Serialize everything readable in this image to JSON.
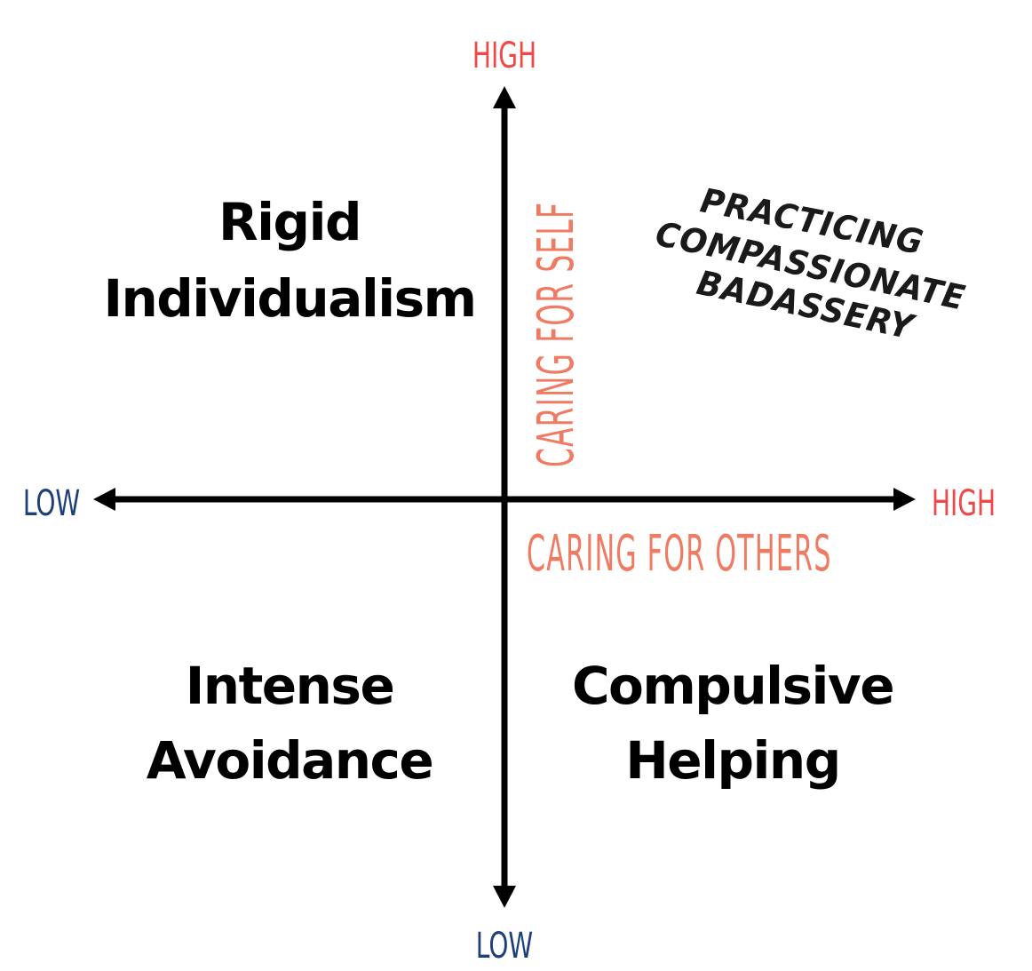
{
  "axes": {
    "y": {
      "title": "CARING FOR SELF",
      "high_label": "HIGH",
      "low_label": "LOW"
    },
    "x": {
      "title": "CARING FOR OTHERS",
      "high_label": "HIGH",
      "low_label": "LOW"
    }
  },
  "quadrants": {
    "top_left": [
      "Rigid",
      "Individualism"
    ],
    "bottom_left": [
      "Intense",
      "Avoidance"
    ],
    "bottom_right": [
      "Compulsive",
      "Helping"
    ],
    "top_right": [
      "PRACTICING",
      "COMPASSIONATE",
      "BADASSERY"
    ]
  },
  "colors": {
    "high_label": "#f04848",
    "low_label": "#1d3f7c",
    "axis_title": "#ef7b62",
    "axis_line": "#000000",
    "quadrant_text": "#000000"
  }
}
